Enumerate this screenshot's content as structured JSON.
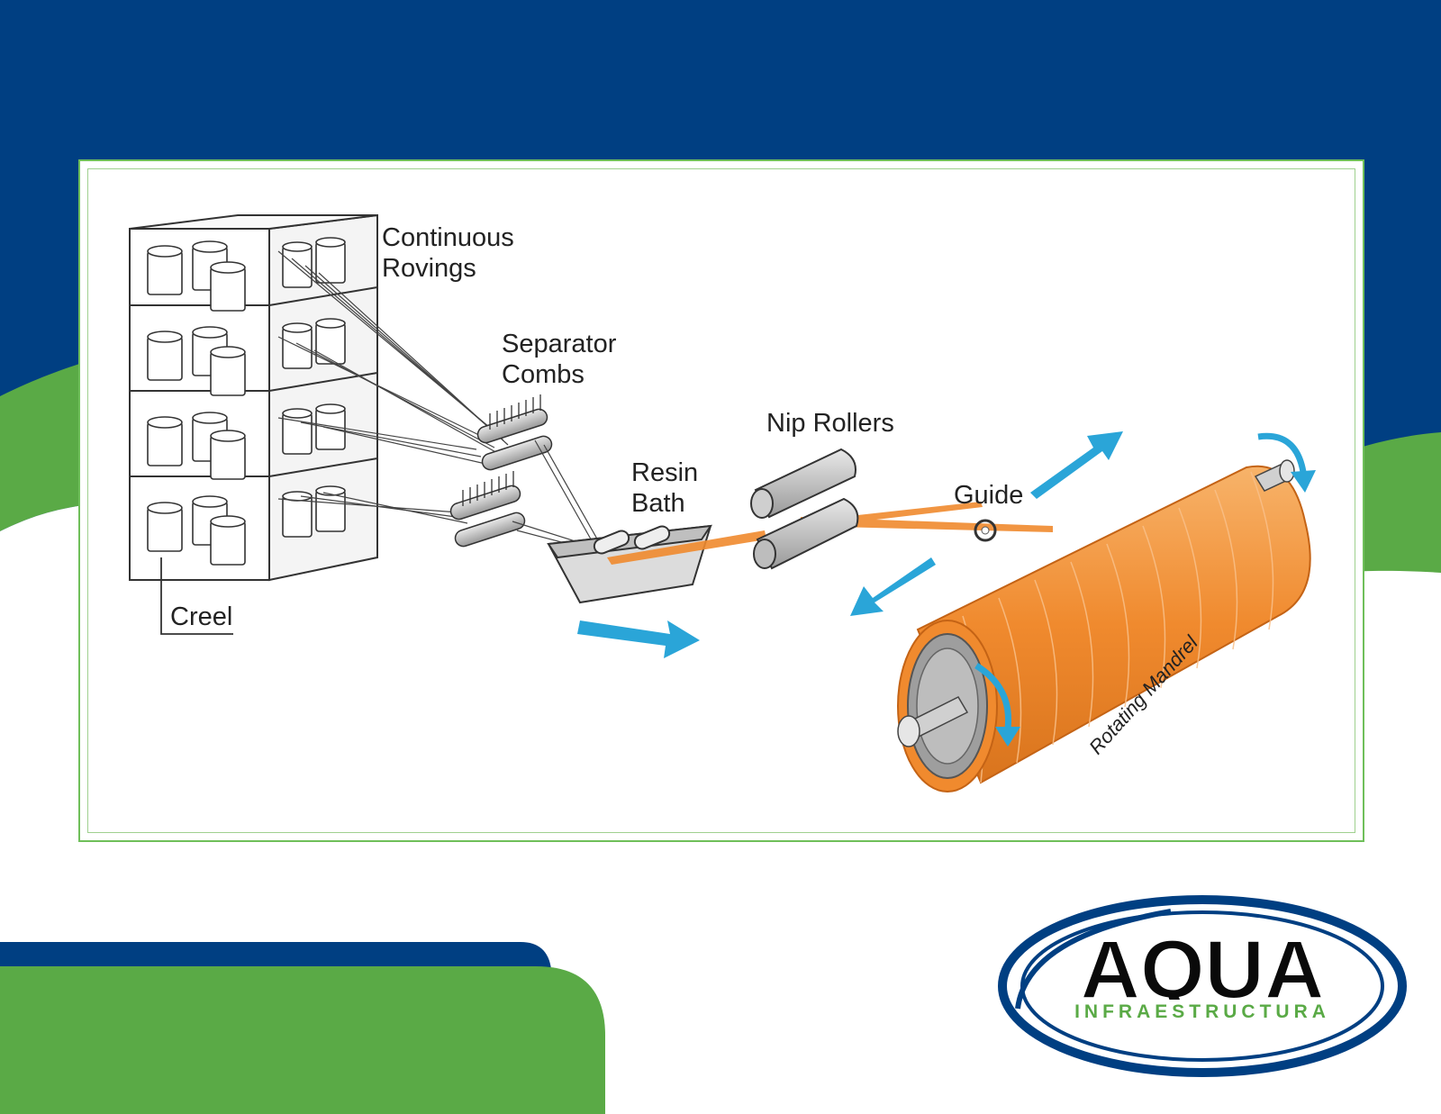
{
  "colors": {
    "navy": "#003f82",
    "green": "#5aaa46",
    "frame_border": "#6fbf5a",
    "fiber": "#f08a2e",
    "arrow": "#2aa5d8",
    "line": "#333333"
  },
  "diagram": {
    "labels": {
      "continuous_rovings_1": "Continuous",
      "continuous_rovings_2": "Rovings",
      "separator_combs_1": "Separator",
      "separator_combs_2": "Combs",
      "resin_bath_1": "Resin",
      "resin_bath_2": "Bath",
      "nip_rollers": "Nip Rollers",
      "guide": "Guide",
      "creel": "Creel",
      "rotating_mandrel": "Rotating Mandrel"
    }
  },
  "logo": {
    "name": "AQUA",
    "tagline": "INFRAESTRUCTURA"
  }
}
